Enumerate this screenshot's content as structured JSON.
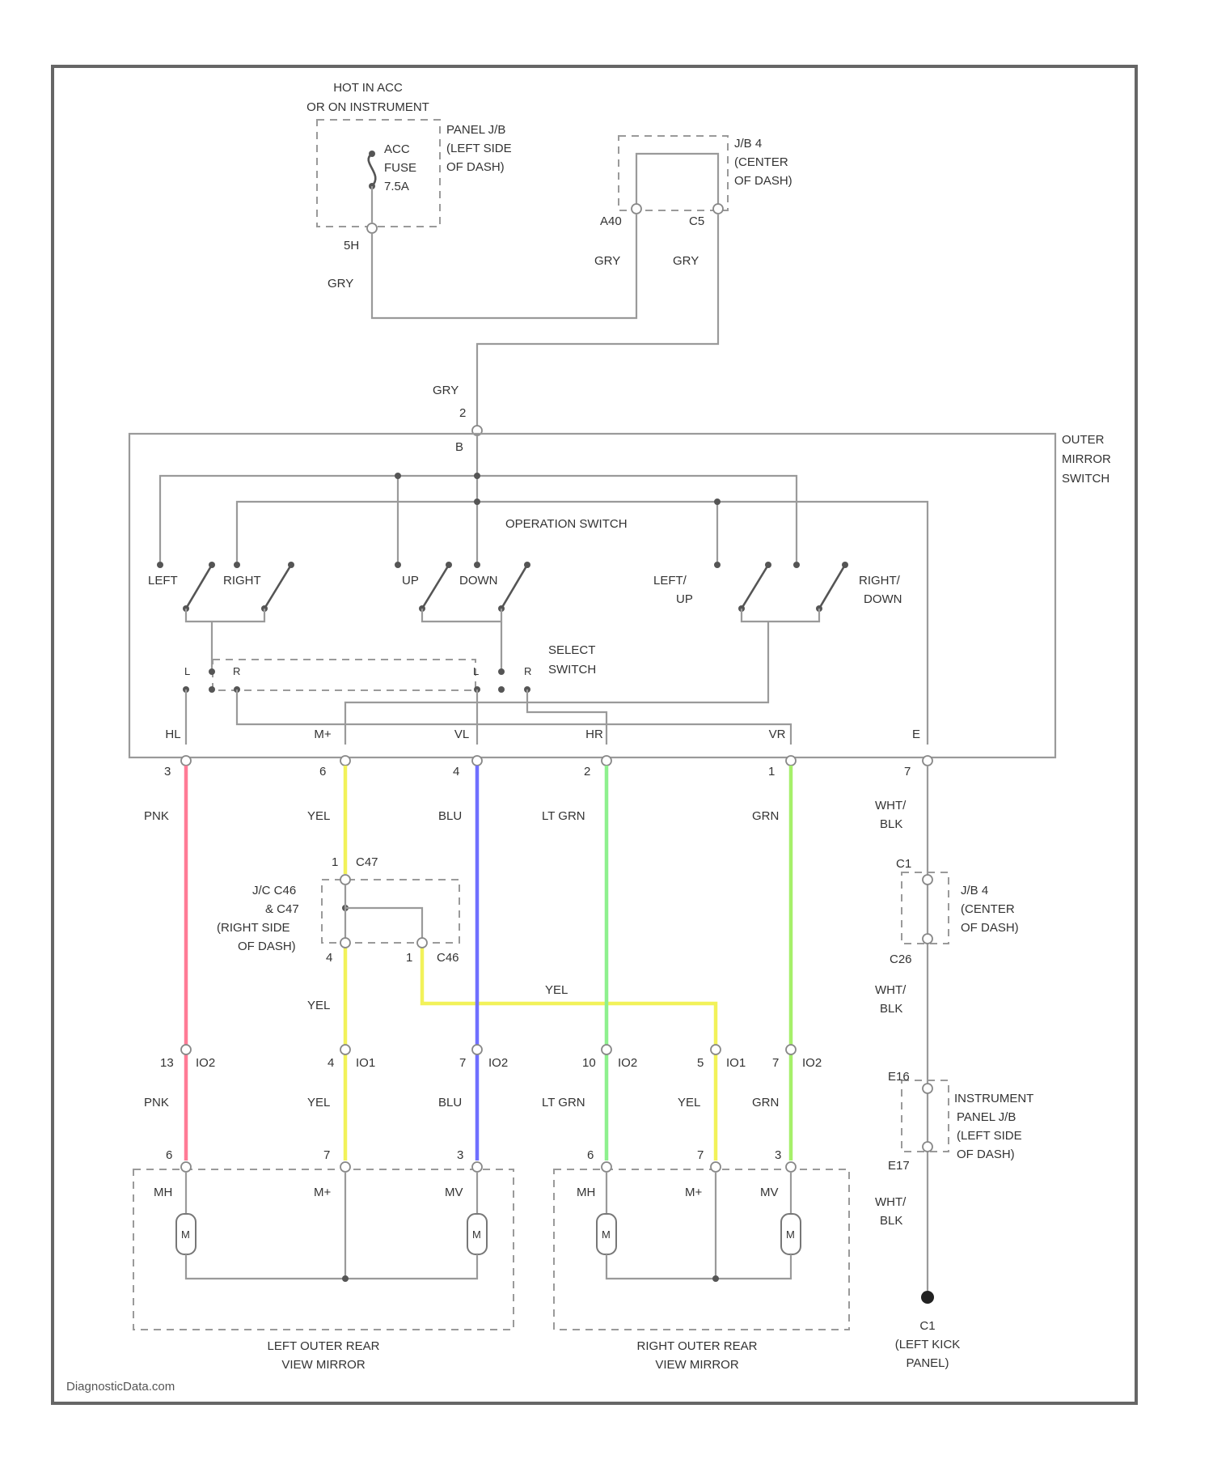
{
  "colors": {
    "background": "#ffffff",
    "wire_default": "#9a9a9a",
    "PNK": "#ff7b96",
    "YEL": "#f2f25a",
    "BLU": "#6f6fff",
    "LT_GRN": "#8ef08e",
    "GRN": "#a6f06a"
  },
  "fuse_block": {
    "title": [
      "HOT IN ACC",
      "OR ON INSTRUMENT"
    ],
    "side_label": [
      "PANEL J/B",
      "(LEFT SIDE",
      "OF DASH)"
    ],
    "fuse_label": [
      "ACC",
      "FUSE",
      "7.5A"
    ],
    "pin": "5H",
    "wire": "GRY"
  },
  "jb4_top": {
    "label": [
      "J/B 4",
      "(CENTER",
      "OF DASH)"
    ],
    "pins": [
      "A40",
      "C5"
    ],
    "wires": [
      "GRY",
      "GRY"
    ]
  },
  "outer_mirror_switch": {
    "label": [
      "OUTER",
      "MIRROR",
      "SWITCH"
    ],
    "input_wire": "GRY",
    "input_pin_top": "2",
    "input_pin_label": "B",
    "operation_switch": "OPERATION SWITCH",
    "select_switch": [
      "SELECT",
      "SWITCH"
    ],
    "contacts": [
      "LEFT",
      "RIGHT",
      "UP",
      "DOWN",
      "LEFT/",
      "UP",
      "RIGHT/",
      "DOWN"
    ],
    "select_positions": [
      "L",
      "R",
      "L",
      "R"
    ],
    "terminals": [
      "HL",
      "M+",
      "VL",
      "HR",
      "VR",
      "E"
    ],
    "terminal_pins": [
      "3",
      "6",
      "4",
      "2",
      "1",
      "7"
    ]
  },
  "wires": {
    "pnk": "PNK",
    "yel": "YEL",
    "blu": "BLU",
    "ltgrn": "LT GRN",
    "grn": "GRN",
    "wht_blk": [
      "WHT/",
      "BLK"
    ]
  },
  "jc": {
    "label": [
      "J/C C46",
      "& C47",
      "(RIGHT SIDE",
      "OF DASH)"
    ],
    "pin_top": "1",
    "conn_top": "C47",
    "pin_bottom_left": "4",
    "pin_bottom_right": "1",
    "conn_bottom_right": "C46",
    "crossover_wire": "YEL"
  },
  "connectors": [
    {
      "pin": "13",
      "conn": "IO2"
    },
    {
      "pin": "4",
      "conn": "IO1"
    },
    {
      "pin": "7",
      "conn": "IO2"
    },
    {
      "pin": "10",
      "conn": "IO2"
    },
    {
      "pin": "5",
      "conn": "IO1"
    },
    {
      "pin": "7",
      "conn": "IO2"
    }
  ],
  "left_mirror": {
    "label": [
      "LEFT OUTER REAR",
      "VIEW MIRROR"
    ],
    "pins": [
      "6",
      "7",
      "3"
    ],
    "terminals": [
      "MH",
      "M+",
      "MV"
    ],
    "motor": "M"
  },
  "right_mirror": {
    "label": [
      "RIGHT OUTER REAR",
      "VIEW MIRROR"
    ],
    "pins": [
      "6",
      "7",
      "3"
    ],
    "terminals": [
      "MH",
      "M+",
      "MV"
    ],
    "motor": "M"
  },
  "jb4_bottom": {
    "pin_top": "C1",
    "pin_bottom": "C26",
    "label": [
      "J/B 4",
      "(CENTER",
      "OF DASH)"
    ]
  },
  "instrument_jb": {
    "pin_top": "E16",
    "pin_bottom": "E17",
    "label": [
      "INSTRUMENT",
      "PANEL J/B",
      "(LEFT SIDE",
      "OF DASH)"
    ]
  },
  "ground": {
    "id": "C1",
    "label": [
      "(LEFT KICK",
      "PANEL)"
    ]
  },
  "footer": "DiagnosticData.com"
}
